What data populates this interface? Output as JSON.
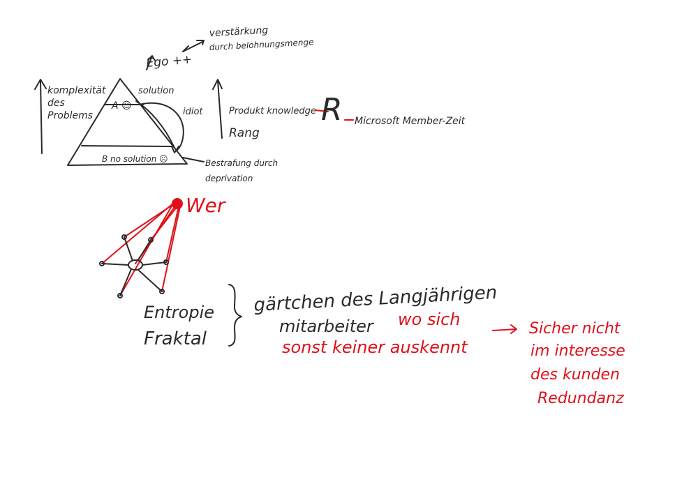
{
  "notes": {
    "verstaerkung_line1": "verstärkung",
    "verstaerkung_line2": "durch belohnungsmenge",
    "ego": "Ego ++",
    "komplexitaet_line1": "komplexität",
    "komplexitaet_line2": "des",
    "komplexitaet_line3": "Problems",
    "a_level": "A ☺",
    "solution": "solution",
    "idiot": "idiot",
    "b_level": "B no solution ☹",
    "bestrafung_line1": "Bestrafung durch",
    "bestrafung_line2": "deprivation",
    "produkt": "Produkt knowledge",
    "big_r": "R",
    "microsoft": "Microsoft Member-Zeit",
    "rang": "Rang",
    "wer": "Wer",
    "entropie": "Entropie",
    "fraktal": "Fraktal",
    "gaertchen": "gärtchen des Langjährigen",
    "mitarbeiter": "mitarbeiter",
    "wo_sich": "wo sich",
    "sonst": "sonst keiner auskennt",
    "sicher_nicht": "Sicher nicht",
    "im_interesse": "im interesse",
    "des_kunden": "des kunden",
    "redundanz": "Redundanz"
  },
  "colors": {
    "ink_dark": "#2a2a2a",
    "ink_red": "#e0101a",
    "background": "#ffffff"
  }
}
